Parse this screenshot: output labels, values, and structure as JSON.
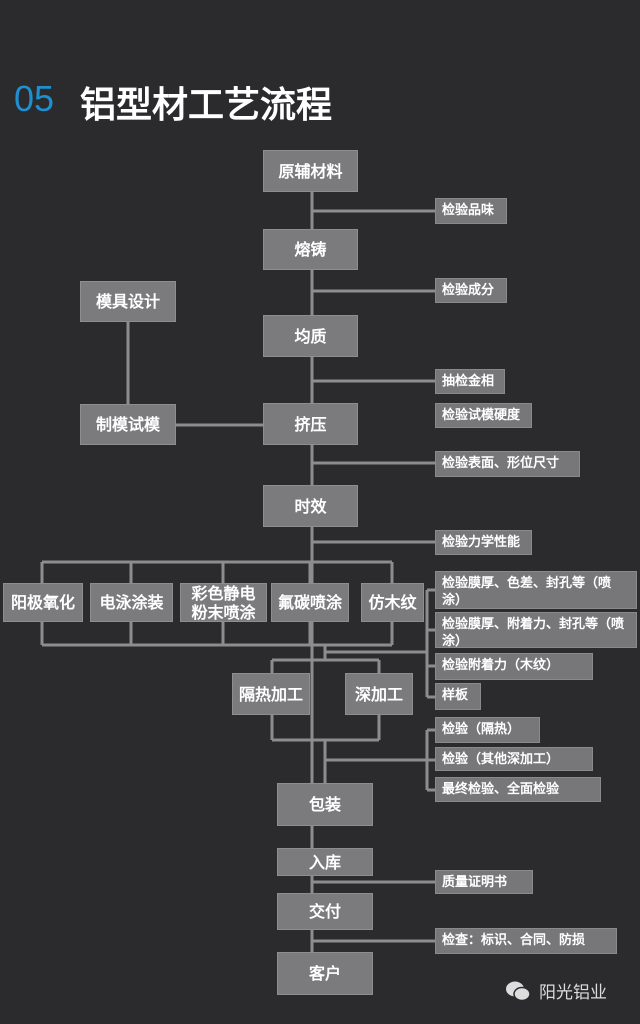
{
  "header": {
    "number": "05",
    "title": "铝型材工艺流程"
  },
  "steps": {
    "raw": "原辅材料",
    "cast": "熔铸",
    "homog": "均质",
    "mold_design": "模具设计",
    "mold_trial": "制模试模",
    "extrude": "挤压",
    "aging": "时效",
    "anodize": "阳极氧化",
    "electro": "电泳涂装",
    "powder": "彩色静电粉末喷涂",
    "fluoro": "氟碳喷涂",
    "wood": "仿木纹",
    "thermal": "隔热加工",
    "deep": "深加工",
    "pack": "包装",
    "store": "入库",
    "deliver": "交付",
    "customer": "客户"
  },
  "checks": [
    "检验品味",
    "检验成分",
    "抽检金相",
    "检验试模硬度",
    "检验表面、形位尺寸",
    "检验力学性能",
    "检验膜厚、色差、封孔等（喷涂）",
    "检验膜厚、附着力、封孔等（喷涂）",
    "检验附着力（木纹）",
    "样板",
    "检验（隔热）",
    "检验（其他深加工）",
    "最终检验、全面检验",
    "质量证明书",
    "检查：标识、合同、防损"
  ],
  "watermark": "阳光铝业"
}
